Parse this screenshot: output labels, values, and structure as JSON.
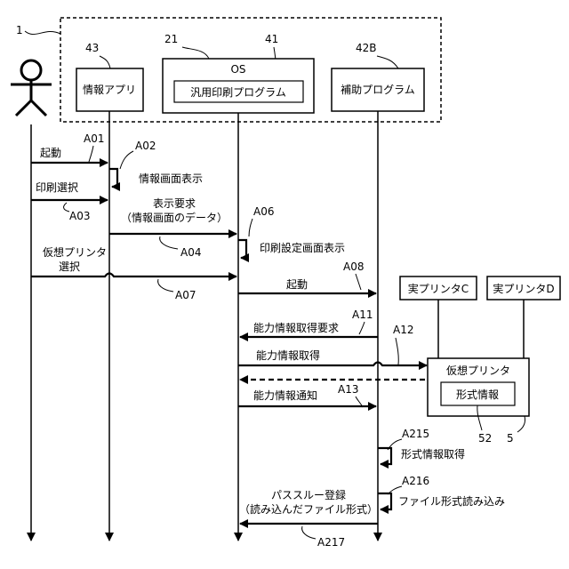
{
  "refs": {
    "system": "1",
    "info_app": "43",
    "os": "21",
    "generic_program": "41",
    "aux_program": "42B",
    "virtual_printer": "52",
    "format_box": "5"
  },
  "components": {
    "info_app": "情報アプリ",
    "os": "OS",
    "generic_print_program": "汎用印刷プログラム",
    "aux_program": "補助プログラム",
    "printer_c": "実プリンタC",
    "printer_d": "実プリンタD",
    "virtual_printer": "仮想プリンタ",
    "format_info": "形式情報"
  },
  "steps": {
    "a01": {
      "id": "A01",
      "label": "起動"
    },
    "a02": {
      "id": "A02",
      "label": "情報画面表示"
    },
    "a03": {
      "id": "A03",
      "label": "印刷選択"
    },
    "a04": {
      "id": "A04",
      "label1": "表示要求",
      "label2": "（情報画面のデータ）"
    },
    "a06": {
      "id": "A06",
      "label": "印刷設定画面表示"
    },
    "a07": {
      "id": "A07",
      "label1": "仮想プリンタ",
      "label2": "選択"
    },
    "a08": {
      "id": "A08",
      "label": "起動"
    },
    "a11": {
      "id": "A11",
      "label": "能力情報取得要求"
    },
    "a12": {
      "id": "A12",
      "label": "能力情報取得"
    },
    "a13": {
      "id": "A13",
      "label": "能力情報通知"
    },
    "a215": {
      "id": "A215",
      "label": "形式情報取得"
    },
    "a216": {
      "id": "A216",
      "label": "ファイル形式読み込み"
    },
    "a217": {
      "id": "A217",
      "label1": "パススルー登録",
      "label2": "（読み込んだファイル形式）"
    }
  }
}
